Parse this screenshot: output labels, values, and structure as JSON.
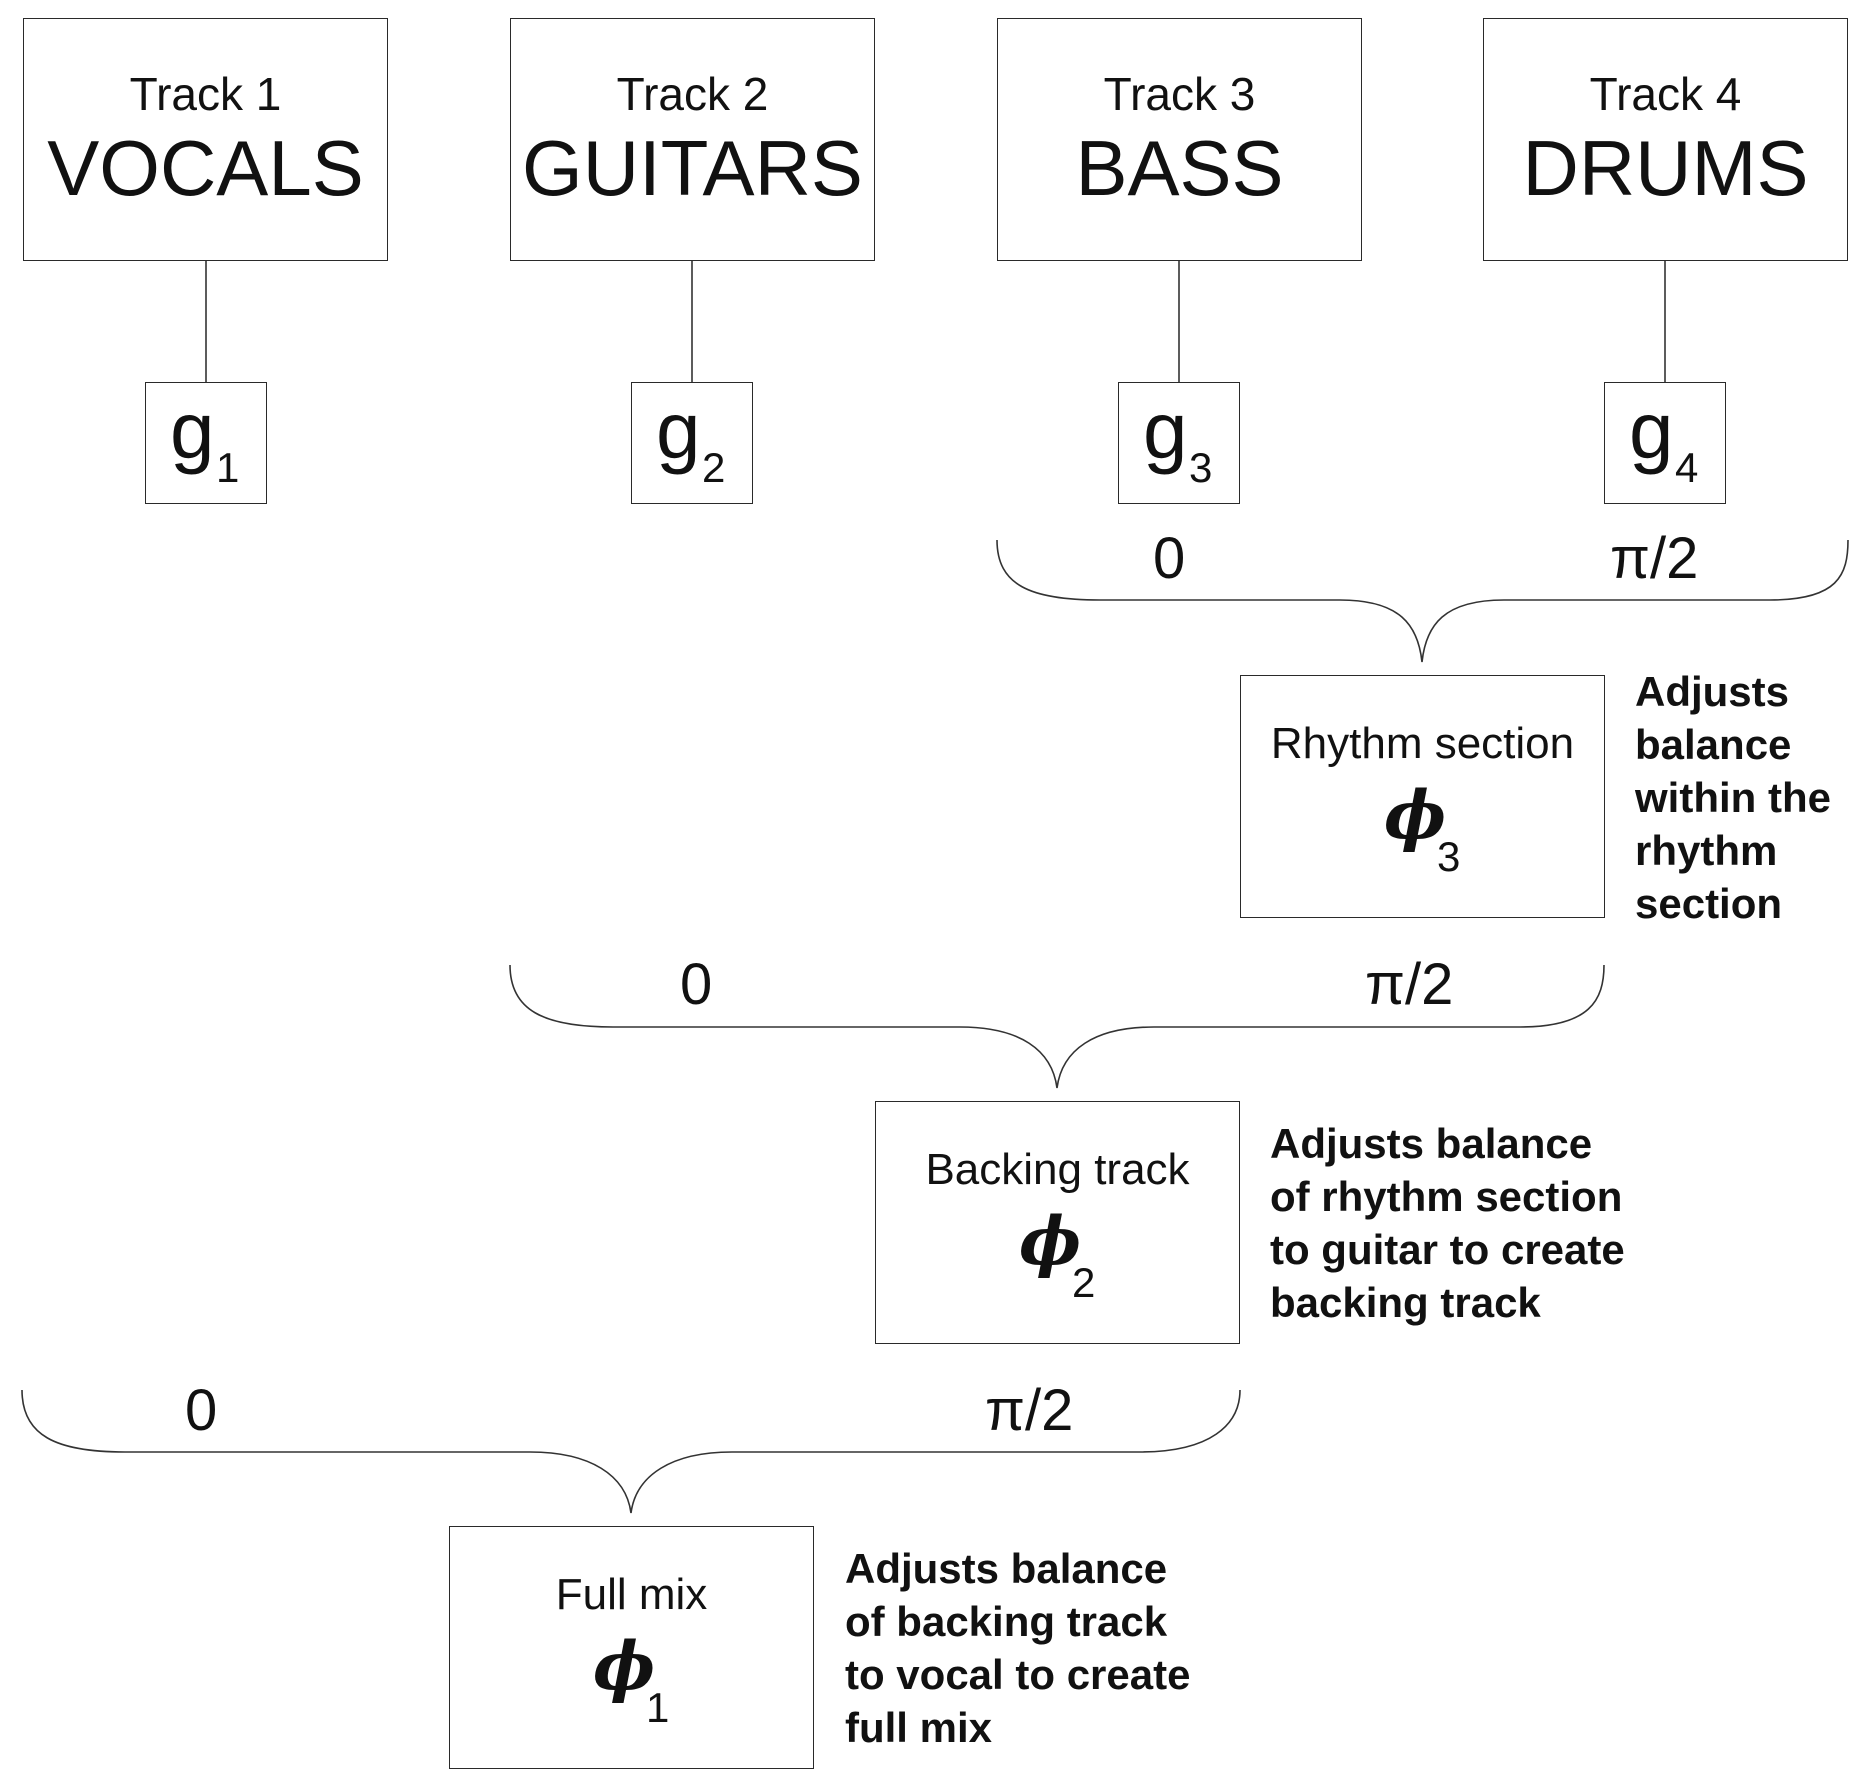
{
  "tracks": [
    {
      "number_label": "Track 1",
      "name": "VOCALS",
      "gain": "g",
      "gain_sub": "1"
    },
    {
      "number_label": "Track 2",
      "name": "GUITARS",
      "gain": "g",
      "gain_sub": "2"
    },
    {
      "number_label": "Track 3",
      "name": "BASS",
      "gain": "g",
      "gain_sub": "3"
    },
    {
      "number_label": "Track 4",
      "name": "DRUMS",
      "gain": "g",
      "gain_sub": "4"
    }
  ],
  "stages": {
    "rhythm": {
      "name": "Rhythm section",
      "phi": "ϕ",
      "sub": "3",
      "left_value": "0",
      "right_value": "π/2",
      "note": "Adjusts\nbalance\nwithin the\nrhythm\nsection"
    },
    "backing": {
      "name": "Backing track",
      "phi": "ϕ",
      "sub": "2",
      "left_value": "0",
      "right_value": "π/2",
      "note": "Adjusts balance\nof rhythm section\nto guitar to create\nbacking track"
    },
    "full": {
      "name": "Full mix",
      "phi": "ϕ",
      "sub": "1",
      "left_value": "0",
      "right_value": "π/2",
      "note": "Adjusts balance\nof backing track\nto vocal to create\nfull mix"
    }
  }
}
